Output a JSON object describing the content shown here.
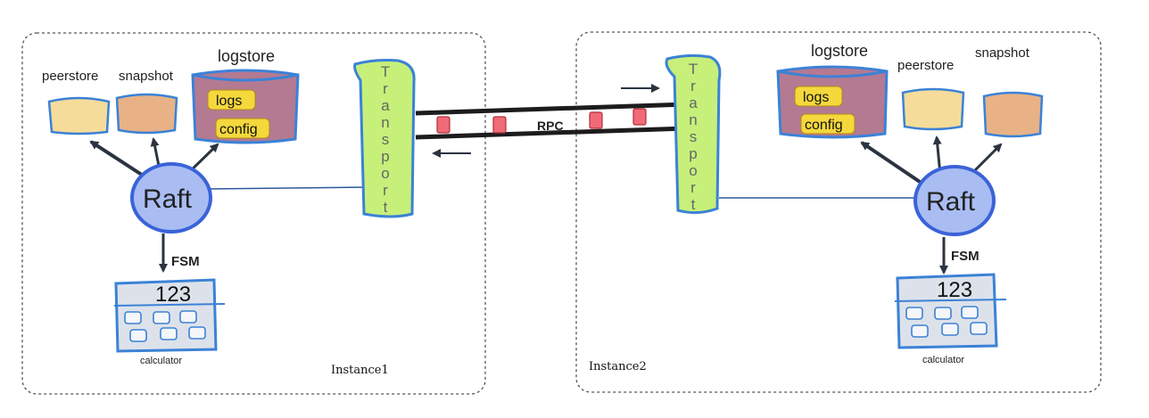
{
  "colors": {
    "raft_fill": "#a9bdf3",
    "raft_stroke": "#3a63d8",
    "store_stroke": "#3b82d6",
    "peerstore_fill": "#f6dc9a",
    "snapshot_fill": "#e8b286",
    "logstore_fill": "#b47a92",
    "tag_fill": "#f4d83c",
    "transport_fill": "#c6f07a",
    "packet_fill": "#f06a78",
    "calculator_fill": "#dde2ea",
    "frame_stroke": "#555555"
  },
  "instance1": {
    "name": "Instance1",
    "peerstore": "peerstore",
    "snapshot": "snapshot",
    "logstore": "logstore",
    "logs": "logs",
    "config": "config",
    "raft": "Raft",
    "fsm": "FSM",
    "calculator": "calculator",
    "calc_digits": "123"
  },
  "instance2": {
    "name": "Instance2",
    "peerstore": "peerstore",
    "snapshot": "snapshot",
    "logstore": "logstore",
    "logs": "logs",
    "config": "config",
    "raft": "Raft",
    "fsm": "FSM",
    "calculator": "calculator",
    "calc_digits": "123"
  },
  "transport_letters": [
    "T",
    "r",
    "a",
    "n",
    "s",
    "p",
    "o",
    "r",
    "t"
  ],
  "rpc": "RPC"
}
